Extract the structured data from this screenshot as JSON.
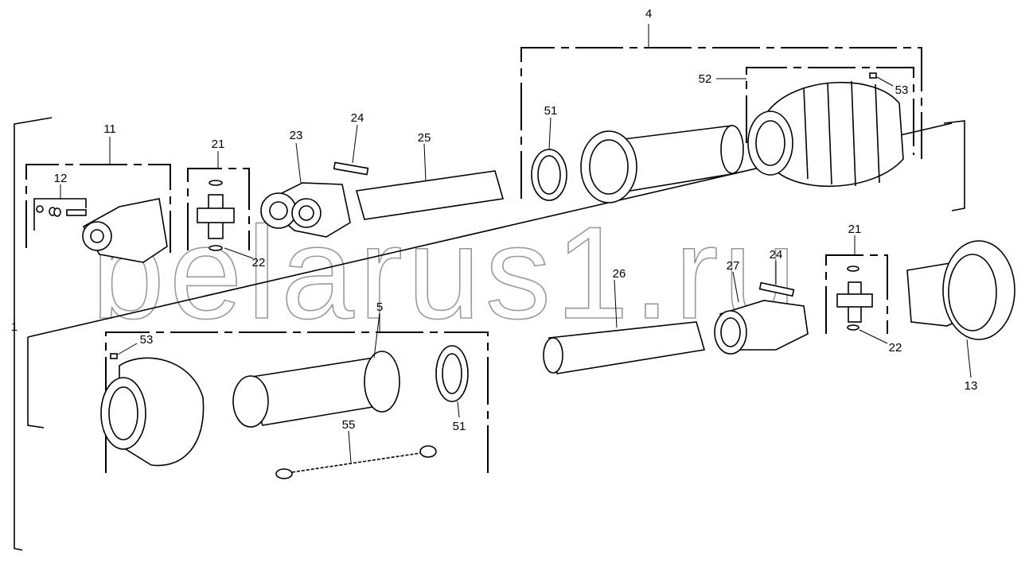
{
  "diagram": {
    "watermark": "belarus1.ru",
    "labels": {
      "group_4": "4",
      "boot_52": "52",
      "screw_53_top": "53",
      "ring_51_top": "51",
      "yoke_11": "11",
      "cross_21_left": "21",
      "yoke_23": "23",
      "pin_24_left": "24",
      "tube_25": "25",
      "kit_12": "12",
      "circlip_22_left": "22",
      "assembly_1": "1",
      "group_5": "5",
      "screw_53_bottom": "53",
      "chain_55": "55",
      "ring_51_bottom": "51",
      "tube_26": "26",
      "yoke_27": "27",
      "pin_24_right": "24",
      "cross_21_right": "21",
      "circlip_22_right": "22",
      "clutch_13": "13"
    }
  }
}
